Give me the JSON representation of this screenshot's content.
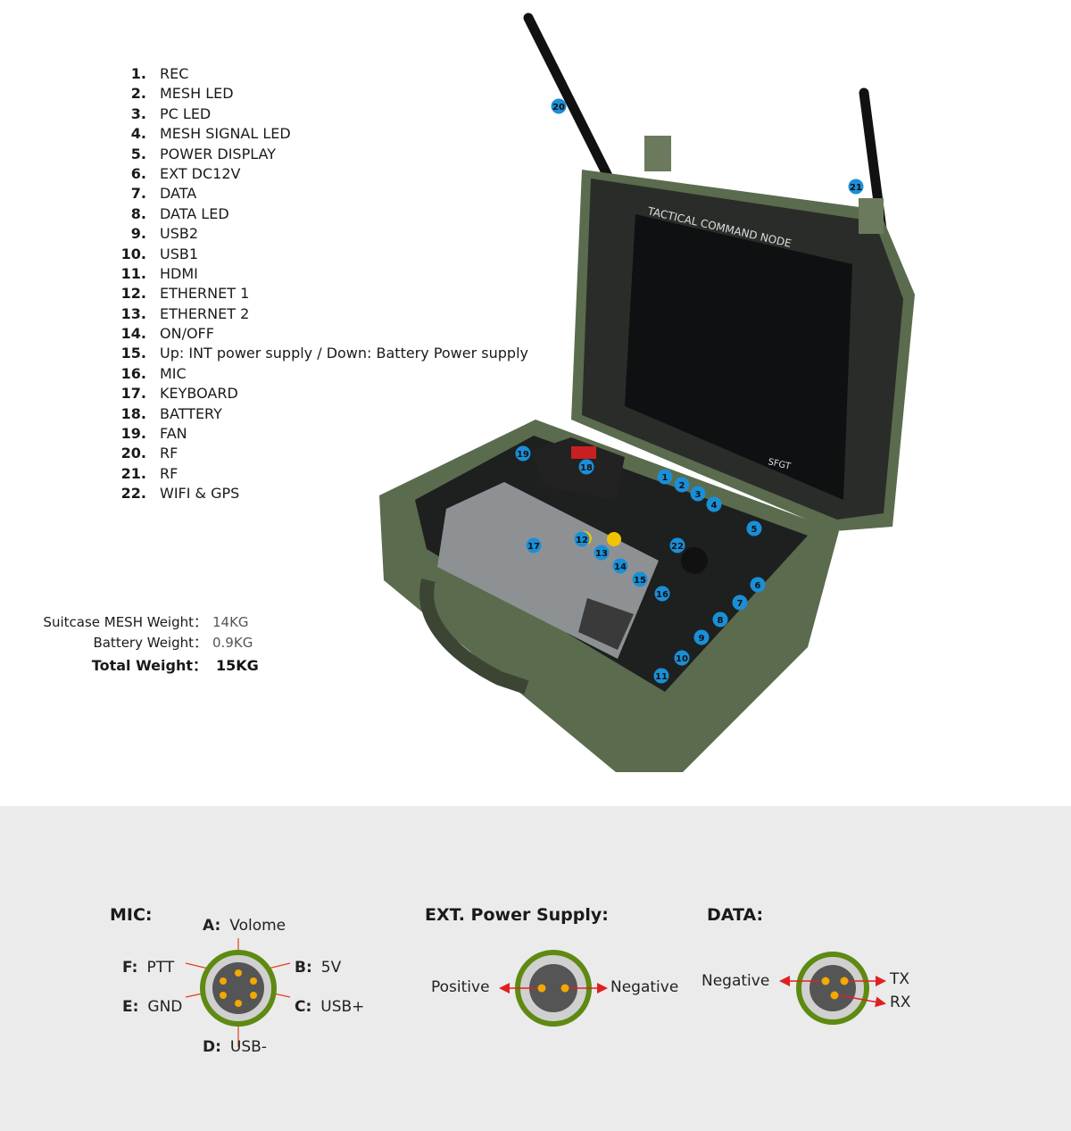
{
  "legend": [
    {
      "num": "1.",
      "label": "REC"
    },
    {
      "num": "2.",
      "label": "MESH LED"
    },
    {
      "num": "3.",
      "label": "PC LED"
    },
    {
      "num": "4.",
      "label": "MESH SIGNAL LED"
    },
    {
      "num": "5.",
      "label": "POWER DISPLAY"
    },
    {
      "num": "6.",
      "label": "EXT DC12V"
    },
    {
      "num": "7.",
      "label": "DATA"
    },
    {
      "num": "8.",
      "label": "DATA LED"
    },
    {
      "num": "9.",
      "label": "USB2"
    },
    {
      "num": "10.",
      "label": "USB1"
    },
    {
      "num": "11.",
      "label": "HDMI"
    },
    {
      "num": "12.",
      "label": "ETHERNET 1"
    },
    {
      "num": "13.",
      "label": "ETHERNET 2"
    },
    {
      "num": "14.",
      "label": "ON/OFF"
    },
    {
      "num": "15.",
      "label": "Up: INT power supply / Down: Battery Power supply"
    },
    {
      "num": "16.",
      "label": "MIC"
    },
    {
      "num": "17.",
      "label": "KEYBOARD"
    },
    {
      "num": "18.",
      "label": "BATTERY"
    },
    {
      "num": "19.",
      "label": "FAN"
    },
    {
      "num": "20.",
      "label": "RF"
    },
    {
      "num": "21.",
      "label": "RF"
    },
    {
      "num": "22.",
      "label": "WIFI & GPS"
    }
  ],
  "weights": [
    {
      "label": "Suitcase MESH Weight：",
      "value": "14KG"
    },
    {
      "label": "Battery Weight：",
      "value": "0.9KG"
    },
    {
      "label": "Total Weight：",
      "value": "15KG"
    }
  ],
  "photo": {
    "screen_title": "TACTICAL COMMAND NODE",
    "screen_brand": "SFGT",
    "callouts": [
      "1",
      "2",
      "3",
      "4",
      "5",
      "6",
      "7",
      "8",
      "9",
      "10",
      "11",
      "12",
      "13",
      "14",
      "15",
      "16",
      "17",
      "18",
      "19",
      "20",
      "21",
      "22"
    ]
  },
  "connectors": {
    "mic": {
      "title": "MIC:",
      "pins": [
        {
          "key": "A:",
          "label": "Volome"
        },
        {
          "key": "B:",
          "label": "5V"
        },
        {
          "key": "C:",
          "label": "USB+"
        },
        {
          "key": "D:",
          "label": "USB-"
        },
        {
          "key": "E:",
          "label": "GND"
        },
        {
          "key": "F:",
          "label": "PTT"
        }
      ]
    },
    "power": {
      "title": "EXT. Power Supply:",
      "left": "Positive",
      "right": "Negative"
    },
    "data": {
      "title": "DATA:",
      "left": "Negative",
      "tx": "TX",
      "rx": "RX"
    }
  },
  "colors": {
    "callout": "#1a8fd8",
    "ring": "#5e8a12",
    "pin": "#f5a800",
    "arrow": "#e02020",
    "case": "#5b6b4e"
  }
}
